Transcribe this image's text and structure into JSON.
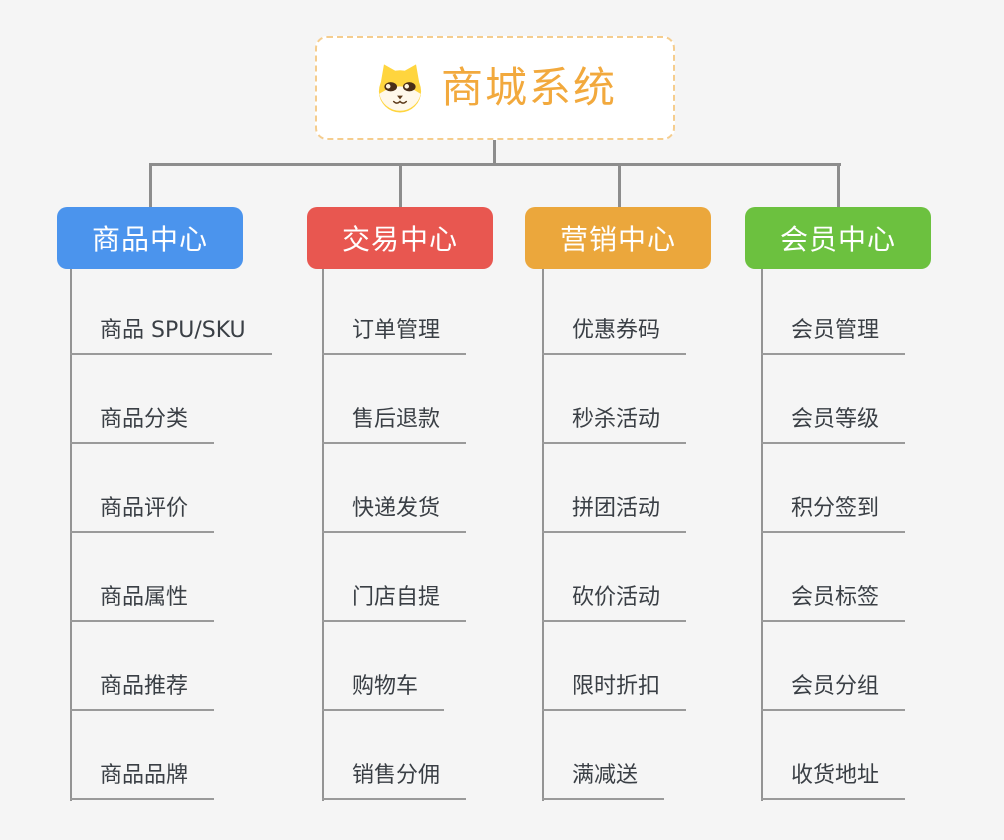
{
  "background_color": "#f5f5f5",
  "connector_color": "#8d8d8d",
  "root": {
    "label": "商城系统",
    "icon": "shiba-dog-icon",
    "text_color": "#f2a93d",
    "border_color": "#f5cd8e"
  },
  "branches": [
    {
      "label": "商品中心",
      "color": "#4b94ed",
      "items": [
        "商品 SPU/SKU",
        "商品分类",
        "商品评价",
        "商品属性",
        "商品推荐",
        "商品品牌"
      ]
    },
    {
      "label": "交易中心",
      "color": "#e85750",
      "items": [
        "订单管理",
        "售后退款",
        "快递发货",
        "门店自提",
        "购物车",
        "销售分佣"
      ]
    },
    {
      "label": "营销中心",
      "color": "#eba73c",
      "items": [
        "优惠券码",
        "秒杀活动",
        "拼团活动",
        "砍价活动",
        "限时折扣",
        "满减送"
      ]
    },
    {
      "label": "会员中心",
      "color": "#6cc13f",
      "items": [
        "会员管理",
        "会员等级",
        "积分签到",
        "会员标签",
        "会员分组",
        "收货地址"
      ]
    }
  ]
}
